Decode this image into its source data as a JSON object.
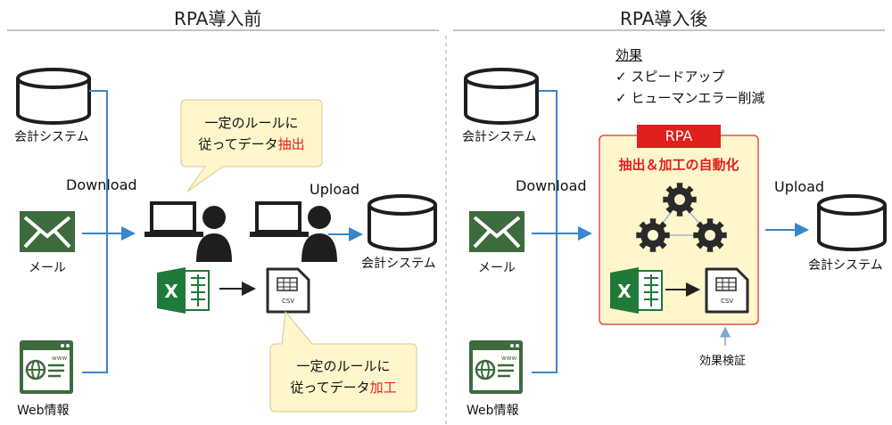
{
  "left": {
    "title": "RPA導入前",
    "sources": [
      "会計システム",
      "メール",
      "Web情報"
    ],
    "download_label": "Download",
    "upload_label": "Upload",
    "target_label": "会計システム",
    "bubble_top": {
      "line1": "一定のルールに",
      "line2_plain": "従ってデータ",
      "line2_highlight": "抽出"
    },
    "bubble_bottom": {
      "line1": "一定のルールに",
      "line2_plain": "従ってデータ",
      "line2_highlight": "加工"
    },
    "csv_label": "CSV",
    "excel_letter": "X"
  },
  "right": {
    "title": "RPA導入後",
    "effects_title": "効果",
    "effects": [
      "✓ スピードアップ",
      "✓ ヒューマンエラー削減"
    ],
    "sources": [
      "会計システム",
      "メール",
      "Web情報"
    ],
    "download_label": "Download",
    "upload_label": "Upload",
    "target_label": "会計システム",
    "rpa_label": "RPA",
    "rpa_subtitle": "抽出＆加工の自動化",
    "verify_label": "効果検証",
    "csv_label": "CSV",
    "excel_letter": "X"
  },
  "colors": {
    "arrow": "#3a86c8",
    "icon_dark": "#1e1e1e",
    "mail_green": "#3d6b3d",
    "excel_green": "#1f7a3a",
    "bubble_fill": "#fff6cc",
    "rpa_fill": "#fff6cc",
    "rpa_border": "#e84b4b",
    "rpa_red": "#e0201e",
    "gear": "#2a2a2a"
  }
}
